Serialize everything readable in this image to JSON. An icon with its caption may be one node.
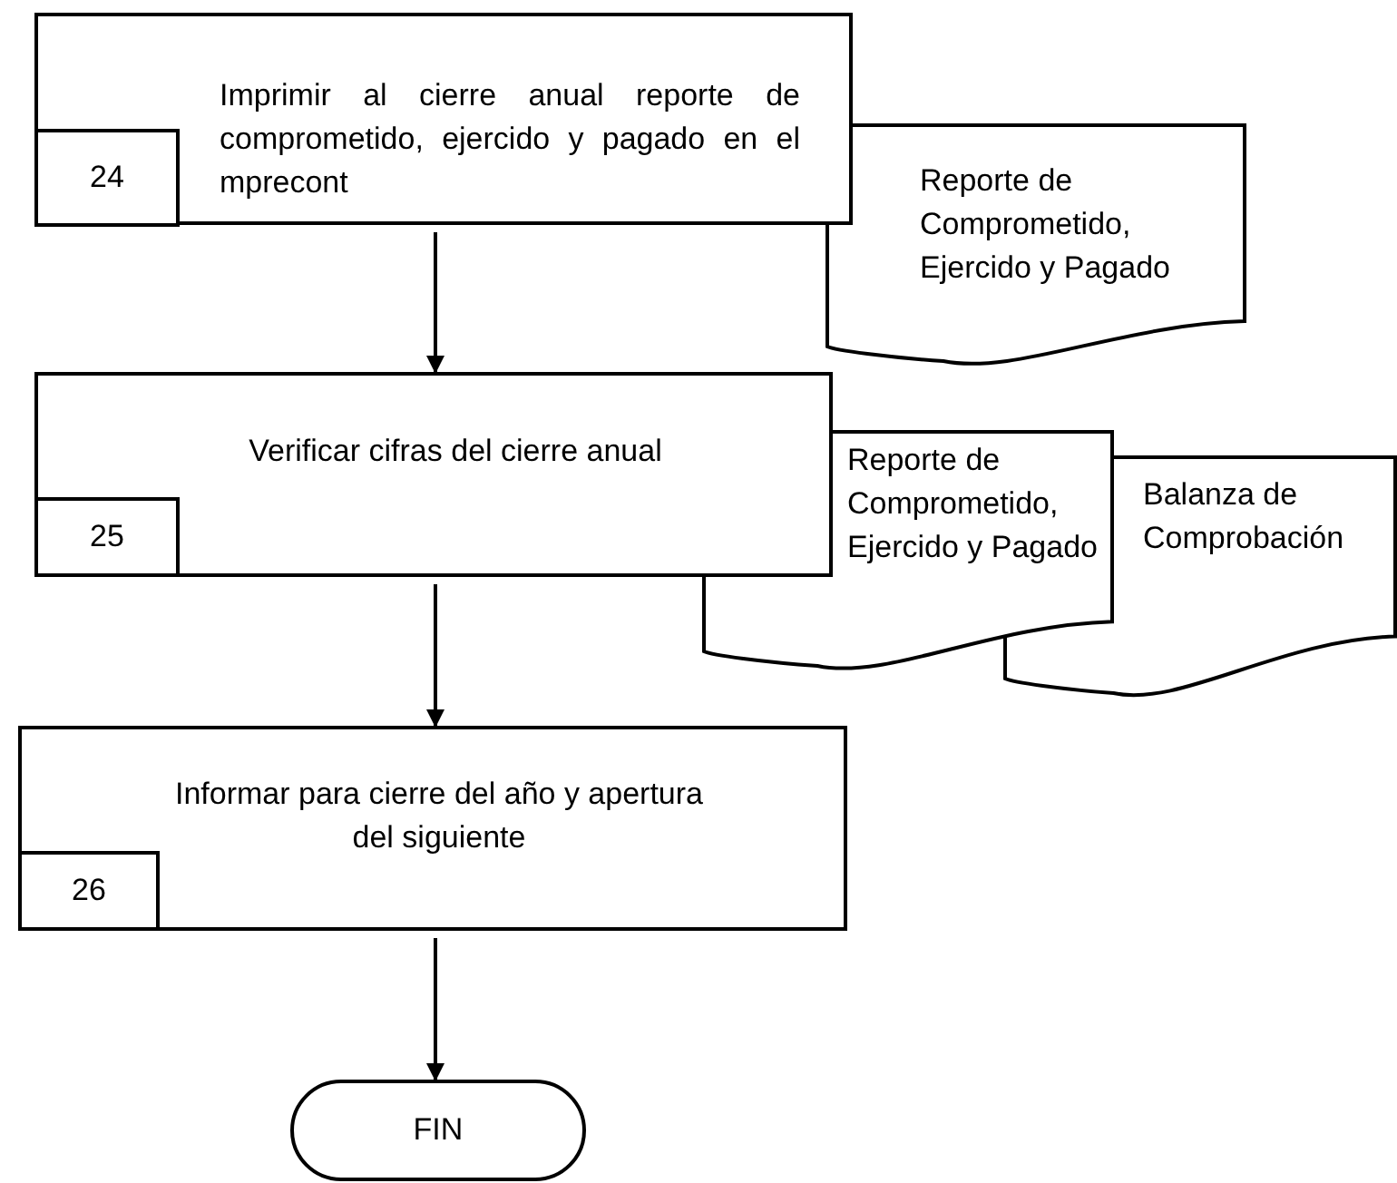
{
  "diagram": {
    "nodes": [
      {
        "text": [
          "Imprimir al cierre anual reporte de comprometido, ejercido y pagado en el mprecont"
        ]
      },
      {
        "text": [
          "24"
        ],
        "in": 0
      },
      {
        "text": [
          "Reporte de Comprometido, Ejercido y Pagado"
        ]
      },
      {
        "text": [
          "Verificar cifras del cierre anual"
        ]
      },
      {
        "text": [
          "25"
        ],
        "in": 3
      },
      {
        "text": [
          "Reporte de Comprometido, Ejercido y Pagado"
        ]
      },
      {
        "text": [
          "Balanza de Comprobación"
        ]
      },
      {
        "text": [
          "Informar para cierre del año y apertura del siguiente"
        ]
      },
      {
        "text": [
          "26"
        ],
        "in": 7
      },
      {
        "text": [
          "FIN"
        ]
      }
    ],
    "edges": [
      {
        "from": 0,
        "to": 3,
        "arrow": "to"
      },
      {
        "from": 3,
        "to": 7,
        "arrow": "to"
      },
      {
        "from": 7,
        "to": 9,
        "arrow": "to"
      }
    ]
  }
}
